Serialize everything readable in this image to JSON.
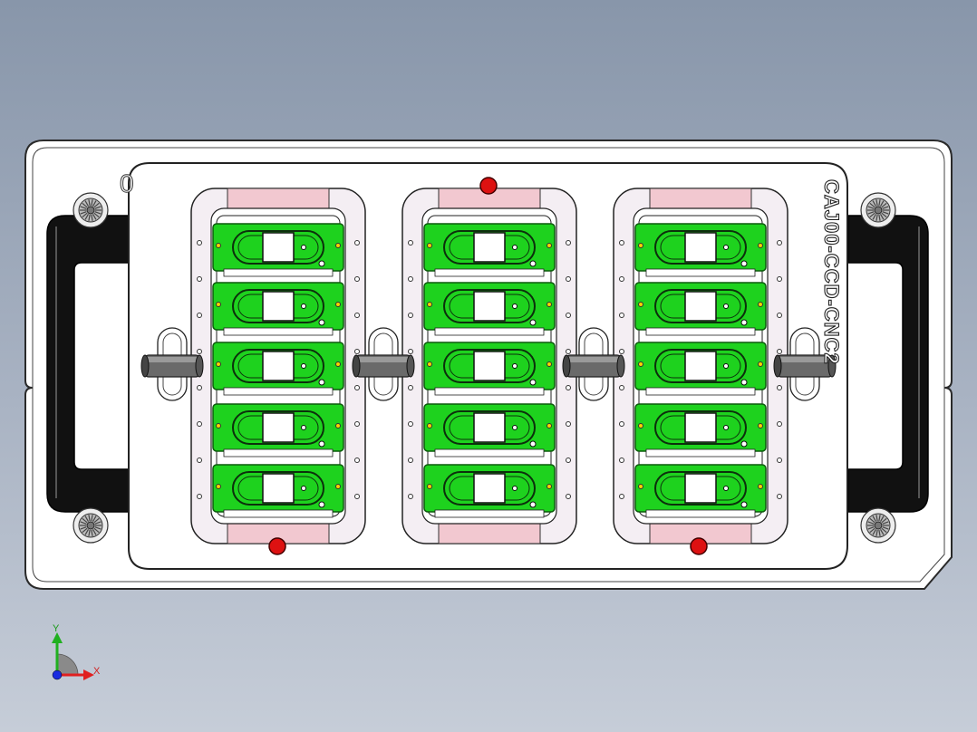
{
  "part_engraving": "CAJ00-CCD-CNC2",
  "corner_mark": "0",
  "triad": {
    "x_label": "X",
    "y_label": "Y"
  },
  "colors": {
    "background_top": "#8896aa",
    "background_bottom": "#c6cdd8",
    "base_plate": "#ffffff",
    "pcb_green": "#1ed21e",
    "nest_pink": "#f2c8d0",
    "handle": "#111111",
    "locating_pin": "#dd1111",
    "x_axis": "#e02020",
    "y_axis": "#20b020",
    "origin": "#1a2be0"
  },
  "layout_counts": {
    "columns": 3,
    "nests_per_column": 5
  }
}
